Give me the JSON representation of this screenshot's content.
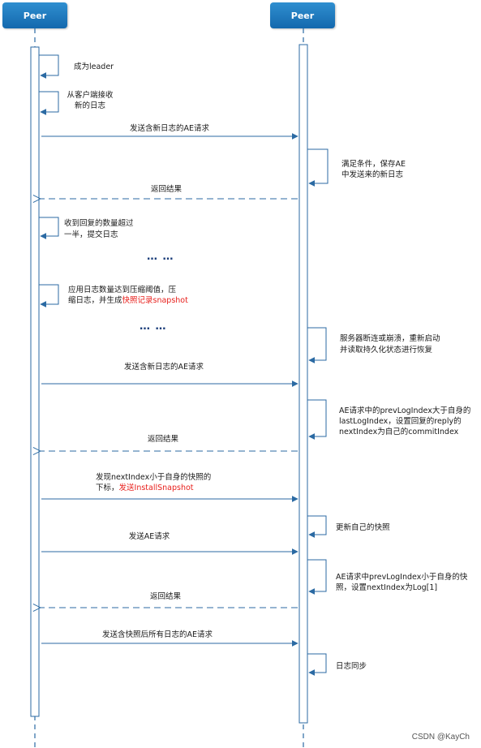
{
  "participants": [
    {
      "label": "Peer"
    },
    {
      "label": "Peer"
    }
  ],
  "messages": {
    "m1": "成为leader",
    "m2a": "从客户端接收",
    "m2b": "新的日志",
    "m3": "发送含新日志的AE请求",
    "m4a": "满足条件，保存AE",
    "m4b": "中发送来的新日志",
    "m5": "返回结果",
    "m6a": "收到回复的数量超过",
    "m6b": "一半，提交日志",
    "dots1": "… …",
    "m7a": "应用日志数量达到压缩阈值，压",
    "m7b_pre": "缩日志，并生成",
    "m7b_red": "快照记录snapshot",
    "dots2": "… …",
    "m8a": "服务器断连或崩溃，重新启动",
    "m8b": "并读取持久化状态进行恢复",
    "m9": "发送含新日志的AE请求",
    "m10a": "AE请求中的prevLogIndex大于自身的",
    "m10b": "lastLogIndex，设置回复的reply的",
    "m10c": "nextIndex为自己的commitIndex",
    "m11": "返回结果",
    "m12a": "发现nextIndex小于自身的快照的",
    "m12b_pre": "下标，",
    "m12b_red": "发送InstallSnapshot",
    "m13": "更新自己的快照",
    "m14": "发送AE请求",
    "m15a": "AE请求中prevLogIndex小于自身的快",
    "m15b": "照，设置nextIndex为Log[1]",
    "m16": "返回结果",
    "m17": "发送含快照后所有日志的AE请求",
    "m18": "日志同步"
  },
  "watermark": "CSDN @KayCh",
  "colors": {
    "header": "#1e78bd",
    "line": "#2b6aa3",
    "highlight": "#e8201c"
  }
}
